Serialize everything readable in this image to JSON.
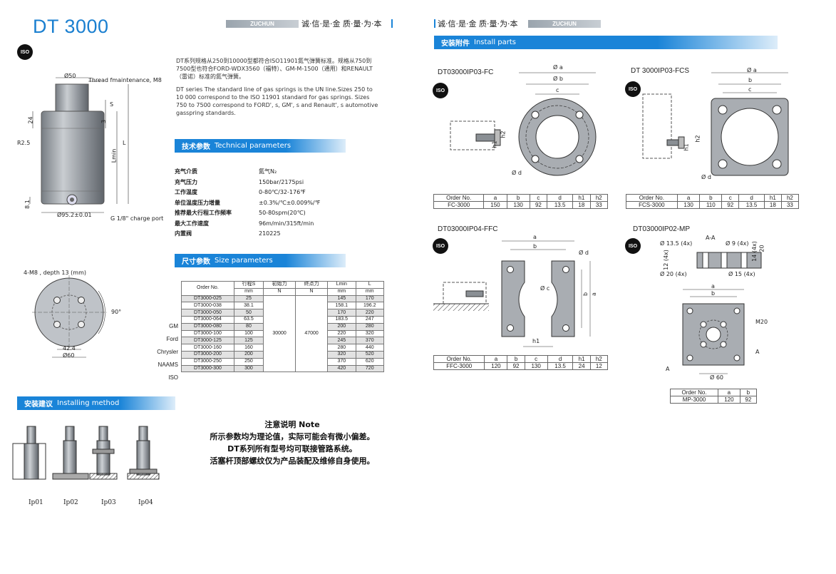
{
  "header": {
    "title": "DT 3000",
    "logo_text": "ZUCHUN",
    "slogan_left": "诚·信·是·金  质·量·为·本",
    "slogan_right": "诚·信·是·金  质·量·为·本"
  },
  "iso_badge": "ISO",
  "cylinder_drawing": {
    "labels": [
      "Ø50",
      "Thread fmaintenance, M8",
      "24",
      "3",
      "S",
      "Lmin",
      "L",
      "R2.5",
      "8.1",
      "Ø95.2±0.01",
      "G 1/8\" charge port"
    ]
  },
  "intro": {
    "cn": "DT系列规格从250到10000型都符合ISO11901氮气弹簧标准。规格从750到7500型也符合FORD-WDX3560（福特）、GM-M-1500（通用）和RENAULT（雷诺）标准的氮气弹簧。",
    "en": "DT series The standard line of gas springs is the UN line.Sizes 250 to 10 000 correspond to the ISO 11901 standard for gas springs. Sizes 750 to 7500 correspond to FORD', s, GM', s and Renault', s automotive gasspring standards."
  },
  "tech": {
    "heading_cn": "技术参数",
    "heading_en": "Technical parameters",
    "rows": [
      {
        "k": "充气介质",
        "v": "氮气N₂"
      },
      {
        "k": "充气压力",
        "v": "150bar/2175psi"
      },
      {
        "k": "工作温度",
        "v": "0-80℃/32-176℉"
      },
      {
        "k": "单位温度压力增量",
        "v": "±0.3%/℃±0.009%/℉"
      },
      {
        "k": "推荐最大行程工作频率",
        "v": "50-80spm(20℃)"
      },
      {
        "k": "最大工作速度",
        "v": "96m/min/315ft/min"
      },
      {
        "k": "内置阀",
        "v": "210225"
      }
    ]
  },
  "size": {
    "heading_cn": "尺寸参数",
    "heading_en": "Size parameters",
    "col_headers": [
      "Order No.",
      "行程S",
      "初始力",
      "终点力",
      "Lmin",
      "L"
    ],
    "units": [
      "mm",
      "N",
      "N",
      "mm",
      "mm"
    ],
    "initial_force": "30000",
    "end_force": "47000",
    "rows": [
      {
        "order": "DT3000-025",
        "s": "25",
        "lmin": "145",
        "l": "170"
      },
      {
        "order": "DT3000-038",
        "s": "38.1",
        "lmin": "158.1",
        "l": "196.2"
      },
      {
        "order": "DT3000-050",
        "s": "50",
        "lmin": "170",
        "l": "220"
      },
      {
        "order": "DT3000-064",
        "s": "63.5",
        "lmin": "183.5",
        "l": "247"
      },
      {
        "order": "DT3000-080",
        "s": "80",
        "lmin": "200",
        "l": "280"
      },
      {
        "order": "DT3000-100",
        "s": "100",
        "lmin": "220",
        "l": "320"
      },
      {
        "order": "DT3000-125",
        "s": "125",
        "lmin": "245",
        "l": "370"
      },
      {
        "order": "DT3000-160",
        "s": "160",
        "lmin": "280",
        "l": "440"
      },
      {
        "order": "DT3000-200",
        "s": "200",
        "lmin": "320",
        "l": "520"
      },
      {
        "order": "DT3000-250",
        "s": "250",
        "lmin": "370",
        "l": "620"
      },
      {
        "order": "DT3000-300",
        "s": "300",
        "lmin": "420",
        "l": "720"
      }
    ],
    "standards": [
      "GM",
      "Ford",
      "Chrysler",
      "NAAMS",
      "ISO"
    ]
  },
  "bottom_view": {
    "labels": [
      "4-M8 , depth 13 (mm)",
      "90°",
      "42.4",
      "Ø60"
    ]
  },
  "installing": {
    "heading_cn": "安装建议",
    "heading_en": "Installing method",
    "captions": [
      "Ip01",
      "Ip02",
      "Ip03",
      "Ip04"
    ]
  },
  "note": {
    "title": "注意说明 Note",
    "lines": [
      "所示参数均为理论值，实际可能会有微小偏差。",
      "DT系列所有型号均可联接管路系统。",
      "活塞杆顶部螺纹仅为产品装配及维修自身使用。"
    ]
  },
  "install_parts": {
    "heading_cn": "安装附件",
    "heading_en": "Install parts",
    "fc": {
      "title": "DT03000IP03-FC",
      "labels": [
        "Ø a",
        "Ø b",
        "c",
        "h2",
        "h1",
        "Ø d"
      ],
      "headers": [
        "Order No.",
        "a",
        "b",
        "c",
        "d",
        "h1",
        "h2"
      ],
      "row": [
        "FC-3000",
        "150",
        "130",
        "92",
        "13.5",
        "18",
        "33"
      ]
    },
    "fcs": {
      "title": "DT 3000IP03-FCS",
      "labels": [
        "Ø a",
        "b",
        "c",
        "h2",
        "h1",
        "Ø d"
      ],
      "headers": [
        "Order No.",
        "a",
        "b",
        "c",
        "d",
        "h1",
        "h2"
      ],
      "row": [
        "FCS-3000",
        "130",
        "110",
        "92",
        "13.5",
        "18",
        "33"
      ]
    },
    "ffc": {
      "title": "DT03000IP04-FFC",
      "labels": [
        "a",
        "b",
        "Ø d",
        "Ø c",
        "b",
        "a",
        "h1"
      ],
      "headers": [
        "Order No.",
        "a",
        "b",
        "c",
        "d",
        "h1",
        "h2"
      ],
      "row": [
        "FFC-3000",
        "120",
        "92",
        "130",
        "13.5",
        "24",
        "12"
      ]
    },
    "mp": {
      "title": "DT03000IP02-MP",
      "labels": [
        "A-A",
        "Ø 13.5 (4x)",
        "Ø 9 (4x)",
        "14 (4x)",
        "20",
        "12 (4x)",
        "Ø 20 (4x)",
        "Ø 15 (4x)",
        "a",
        "b",
        "M20",
        "Ø 60",
        "A",
        "A"
      ],
      "headers": [
        "Order No.",
        "a",
        "b"
      ],
      "row": [
        "MP-3000",
        "120",
        "92"
      ]
    }
  },
  "colors": {
    "accent_blue": "#1a84d8",
    "title_blue": "#1a7fd0",
    "part_gray": "#a9adb2"
  }
}
